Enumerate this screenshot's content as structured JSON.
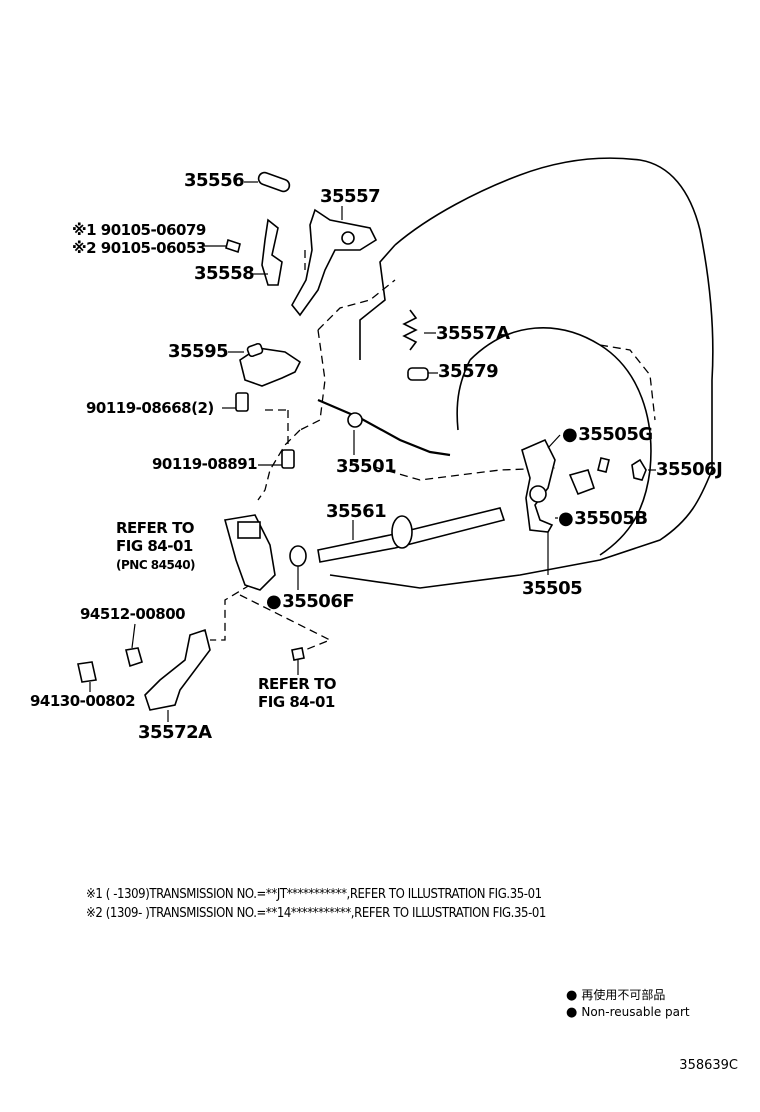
{
  "parts": {
    "p35556": "35556",
    "p35557": "35557",
    "p90105a": "90105-06079",
    "p90105b": "90105-06053",
    "p35558": "35558",
    "p35557A": "35557A",
    "p35595": "35595",
    "p35579": "35579",
    "p90119a": "90119-08668(2)",
    "p35505G": "35505G",
    "p35501": "35501",
    "p90119b": "90119-08891",
    "p35506J": "35506J",
    "p35561": "35561",
    "p35505B": "35505B",
    "p35505": "35505",
    "p35506F": "35506F",
    "p94512": "94512-00800",
    "p94130": "94130-00802",
    "p35572A": "35572A"
  },
  "marks": {
    "m1": "※1",
    "m2": "※2"
  },
  "refs": {
    "refer1_line1": "REFER TO",
    "refer1_line2": "FIG 84-01",
    "refer1_pnc": "(PNC 84540)",
    "refer2_line1": "REFER TO",
    "refer2_line2": "FIG 84-01"
  },
  "notes": {
    "note1": "※1 (      -1309)TRANSMISSION NO.=**JT***********,REFER TO ILLUSTRATION FIG.35-01",
    "note2": "※2 (1309-      )TRANSMISSION NO.=**14***********,REFER TO ILLUSTRATION FIG.35-01"
  },
  "legend": {
    "jp": "再使用不可部品",
    "en": "Non-reusable part"
  },
  "figure_id": "358639C"
}
